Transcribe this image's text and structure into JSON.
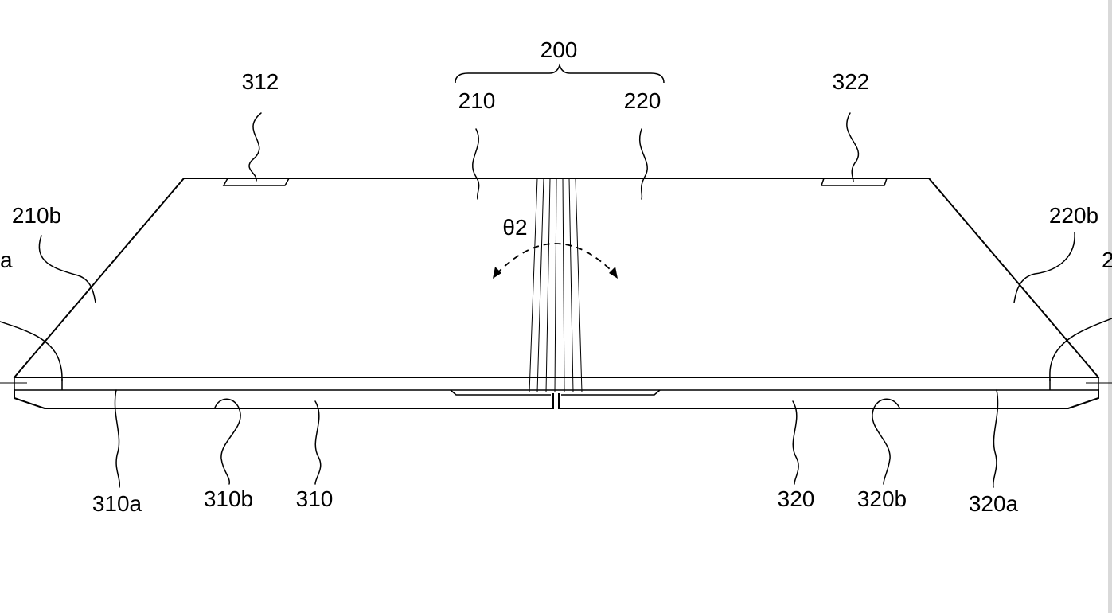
{
  "figure": {
    "labels": {
      "l200": "200",
      "l210": "210",
      "l220": "220",
      "l312": "312",
      "l322": "322",
      "l210b": "210b",
      "l220b": "220b",
      "l210a_partial": "a",
      "l220a_partial": "2",
      "theta": "θ2",
      "l310a": "310a",
      "l310b": "310b",
      "l310": "310",
      "l320": "320",
      "l320b": "320b",
      "l320a": "320a"
    }
  }
}
